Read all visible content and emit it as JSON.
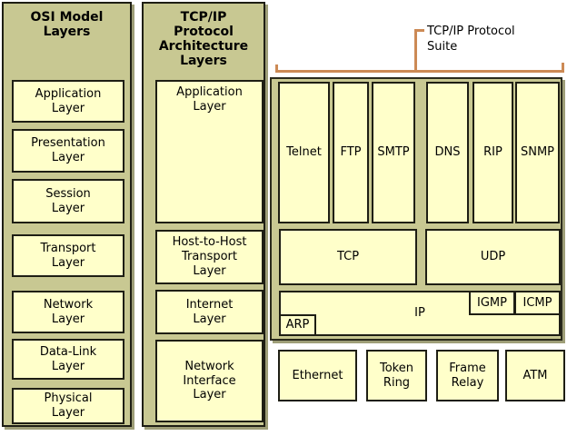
{
  "colors": {
    "column_fill": "#C8C892",
    "box_fill": "#FFFFCA",
    "border": "#1E1E14",
    "shadow": "#9E9E78",
    "bracket_accent": "#CC8A55",
    "background": "#FFFFFF"
  },
  "osi_column": {
    "title": "OSI Model\nLayers",
    "layers": [
      {
        "label": "Application\nLayer"
      },
      {
        "label": "Presentation\nLayer"
      },
      {
        "label": "Session\nLayer"
      },
      {
        "label": "Transport\nLayer"
      },
      {
        "label": "Network\nLayer"
      },
      {
        "label": "Data-Link\nLayer"
      },
      {
        "label": "Physical\nLayer"
      }
    ]
  },
  "tcpip_column": {
    "title": "TCP/IP\nProtocol\nArchitecture\nLayers",
    "layers": [
      {
        "label": "Application\nLayer"
      },
      {
        "label": "Host-to-Host\nTransport\nLayer"
      },
      {
        "label": "Internet\nLayer"
      },
      {
        "label": "Network\nInterface\nLayer"
      }
    ]
  },
  "suite": {
    "label": "TCP/IP Protocol\nSuite",
    "application_protocols": [
      {
        "label": "Telnet"
      },
      {
        "label": "FTP"
      },
      {
        "label": "SMTP"
      },
      {
        "label": "DNS"
      },
      {
        "label": "RIP"
      },
      {
        "label": "SNMP"
      }
    ],
    "transport_protocols": [
      {
        "label": "TCP"
      },
      {
        "label": "UDP"
      }
    ],
    "internet_protocols": {
      "ip": "IP",
      "igmp": "IGMP",
      "icmp": "ICMP",
      "arp": "ARP"
    },
    "link_technologies": [
      {
        "label": "Ethernet"
      },
      {
        "label": "Token\nRing"
      },
      {
        "label": "Frame\nRelay"
      },
      {
        "label": "ATM"
      }
    ]
  }
}
